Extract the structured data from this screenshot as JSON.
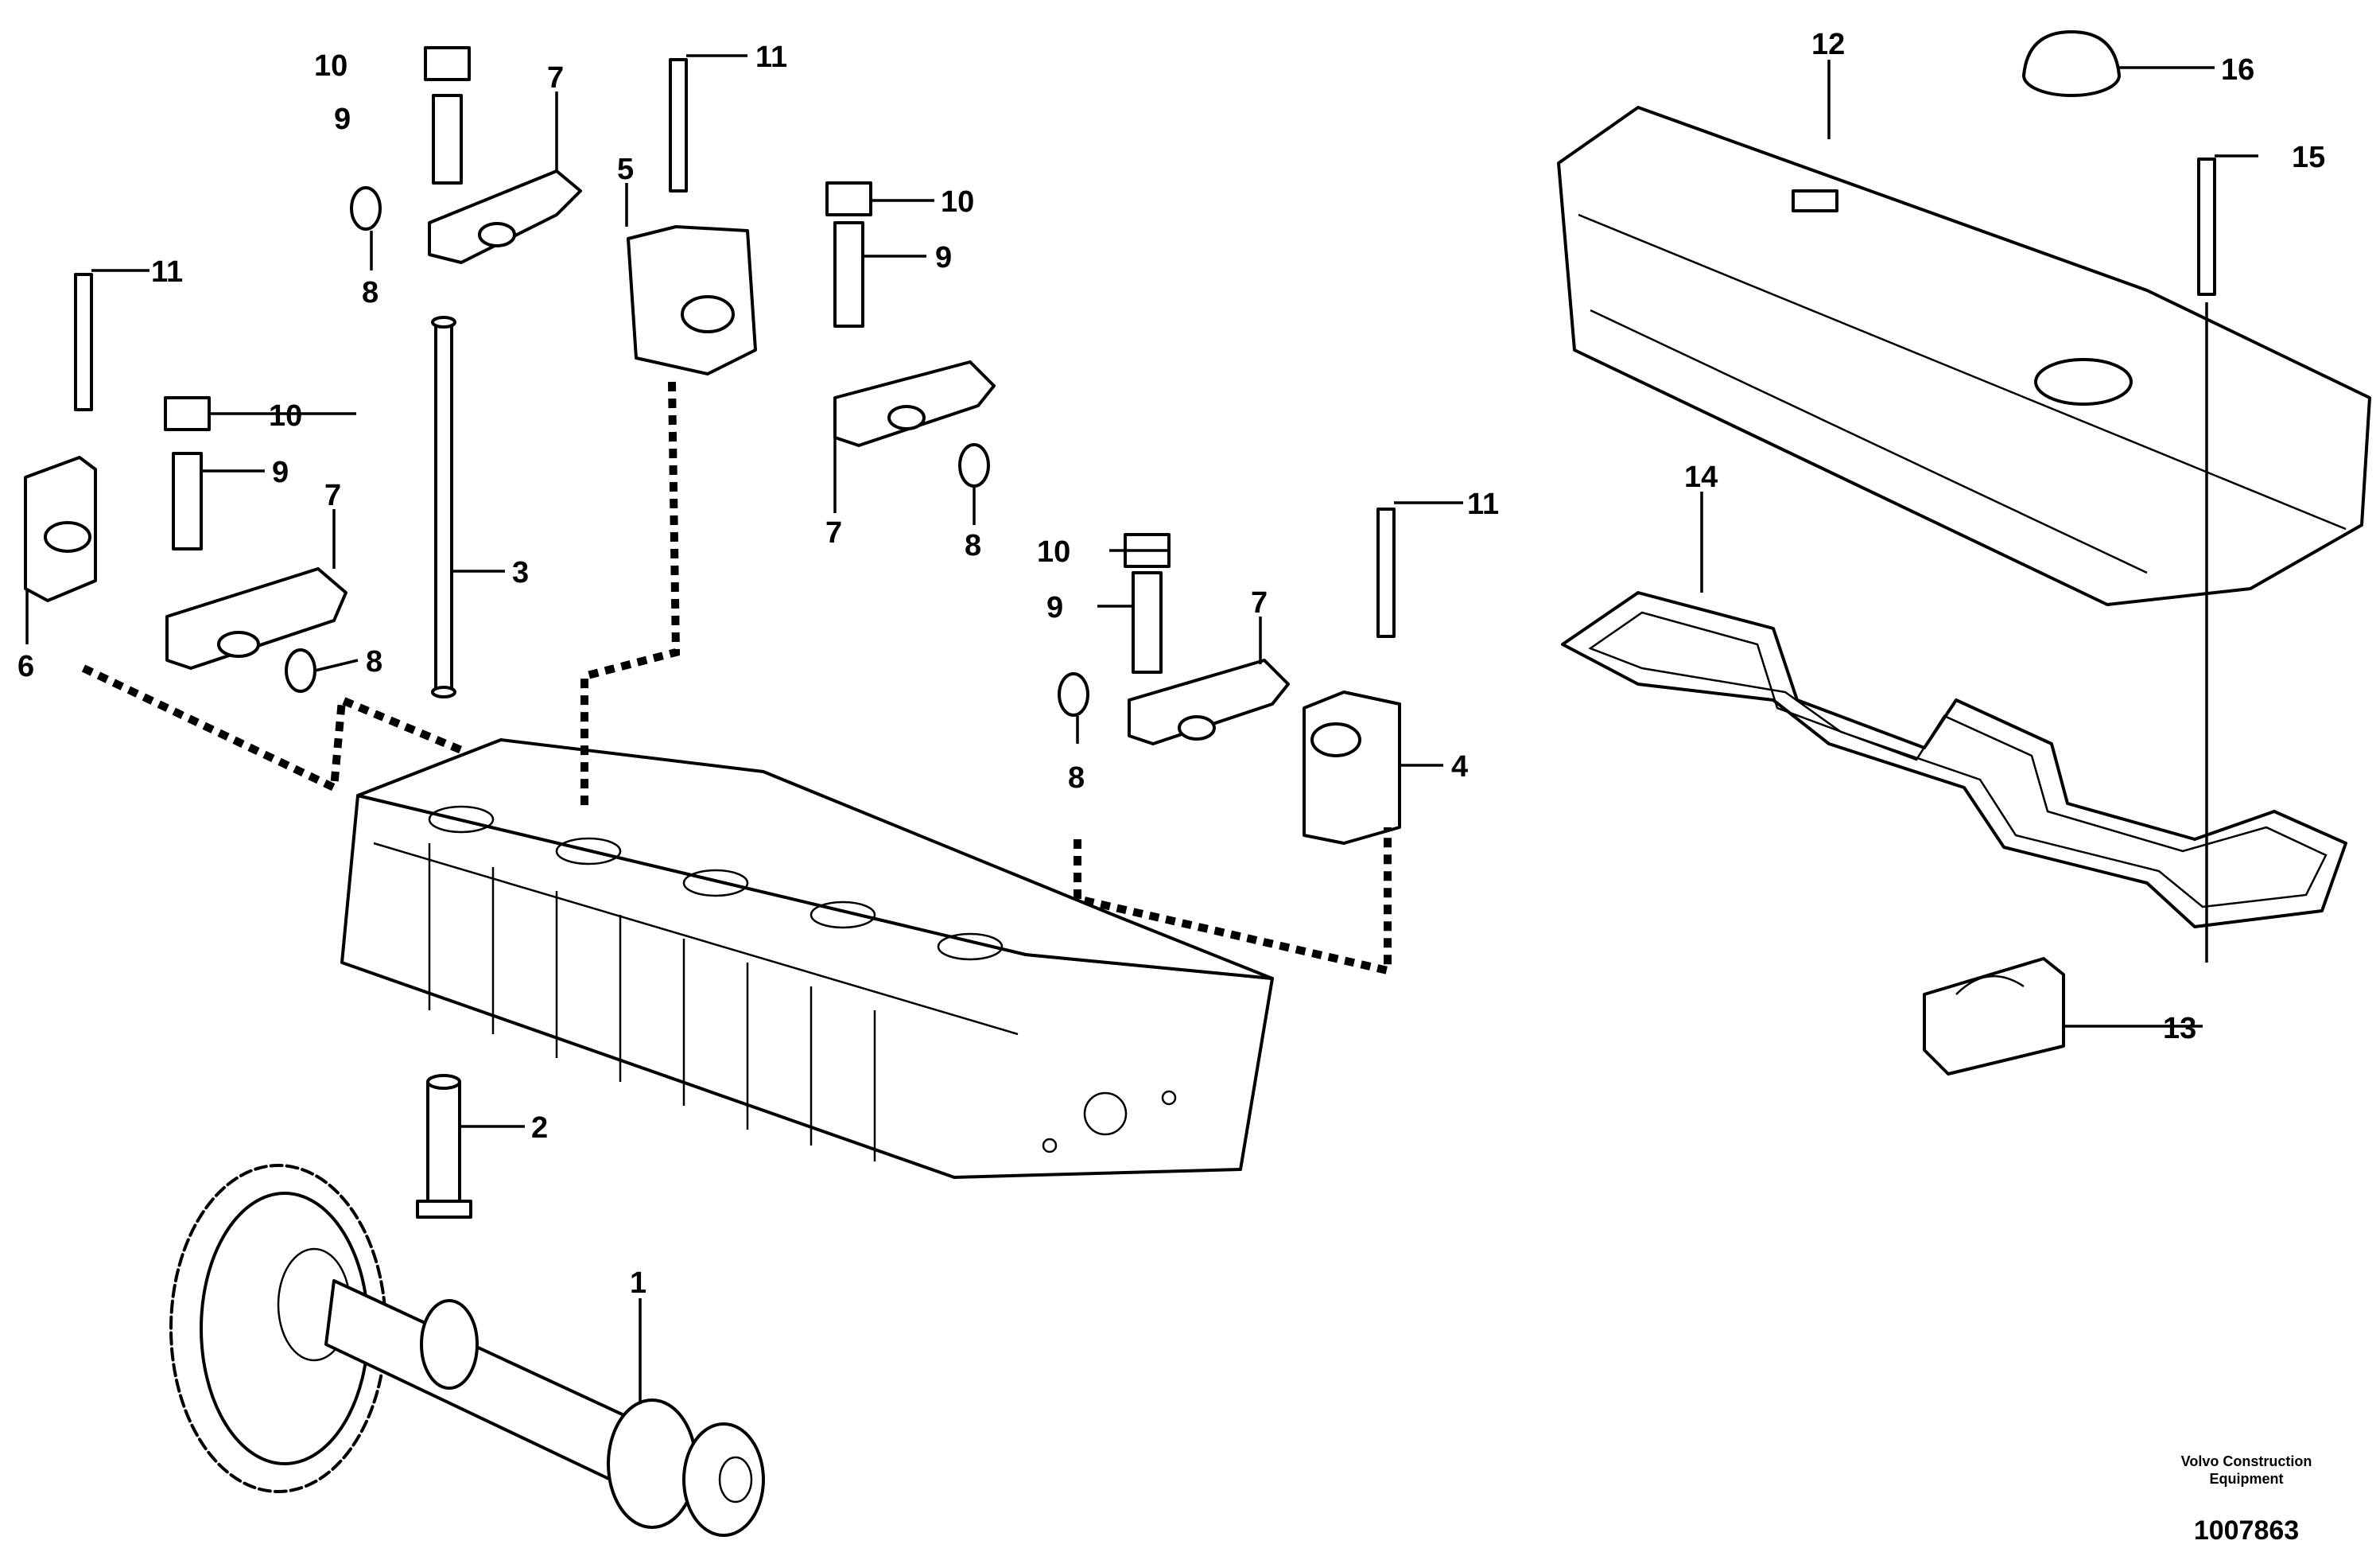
{
  "diagram": {
    "labels": [
      "1",
      "2",
      "3",
      "4",
      "5",
      "6",
      "7",
      "8",
      "9",
      "10",
      "11",
      "12",
      "13",
      "14",
      "15",
      "16"
    ],
    "credit_line1": "Volvo Construction",
    "credit_line2": "Equipment",
    "figure_number": "1007863"
  }
}
